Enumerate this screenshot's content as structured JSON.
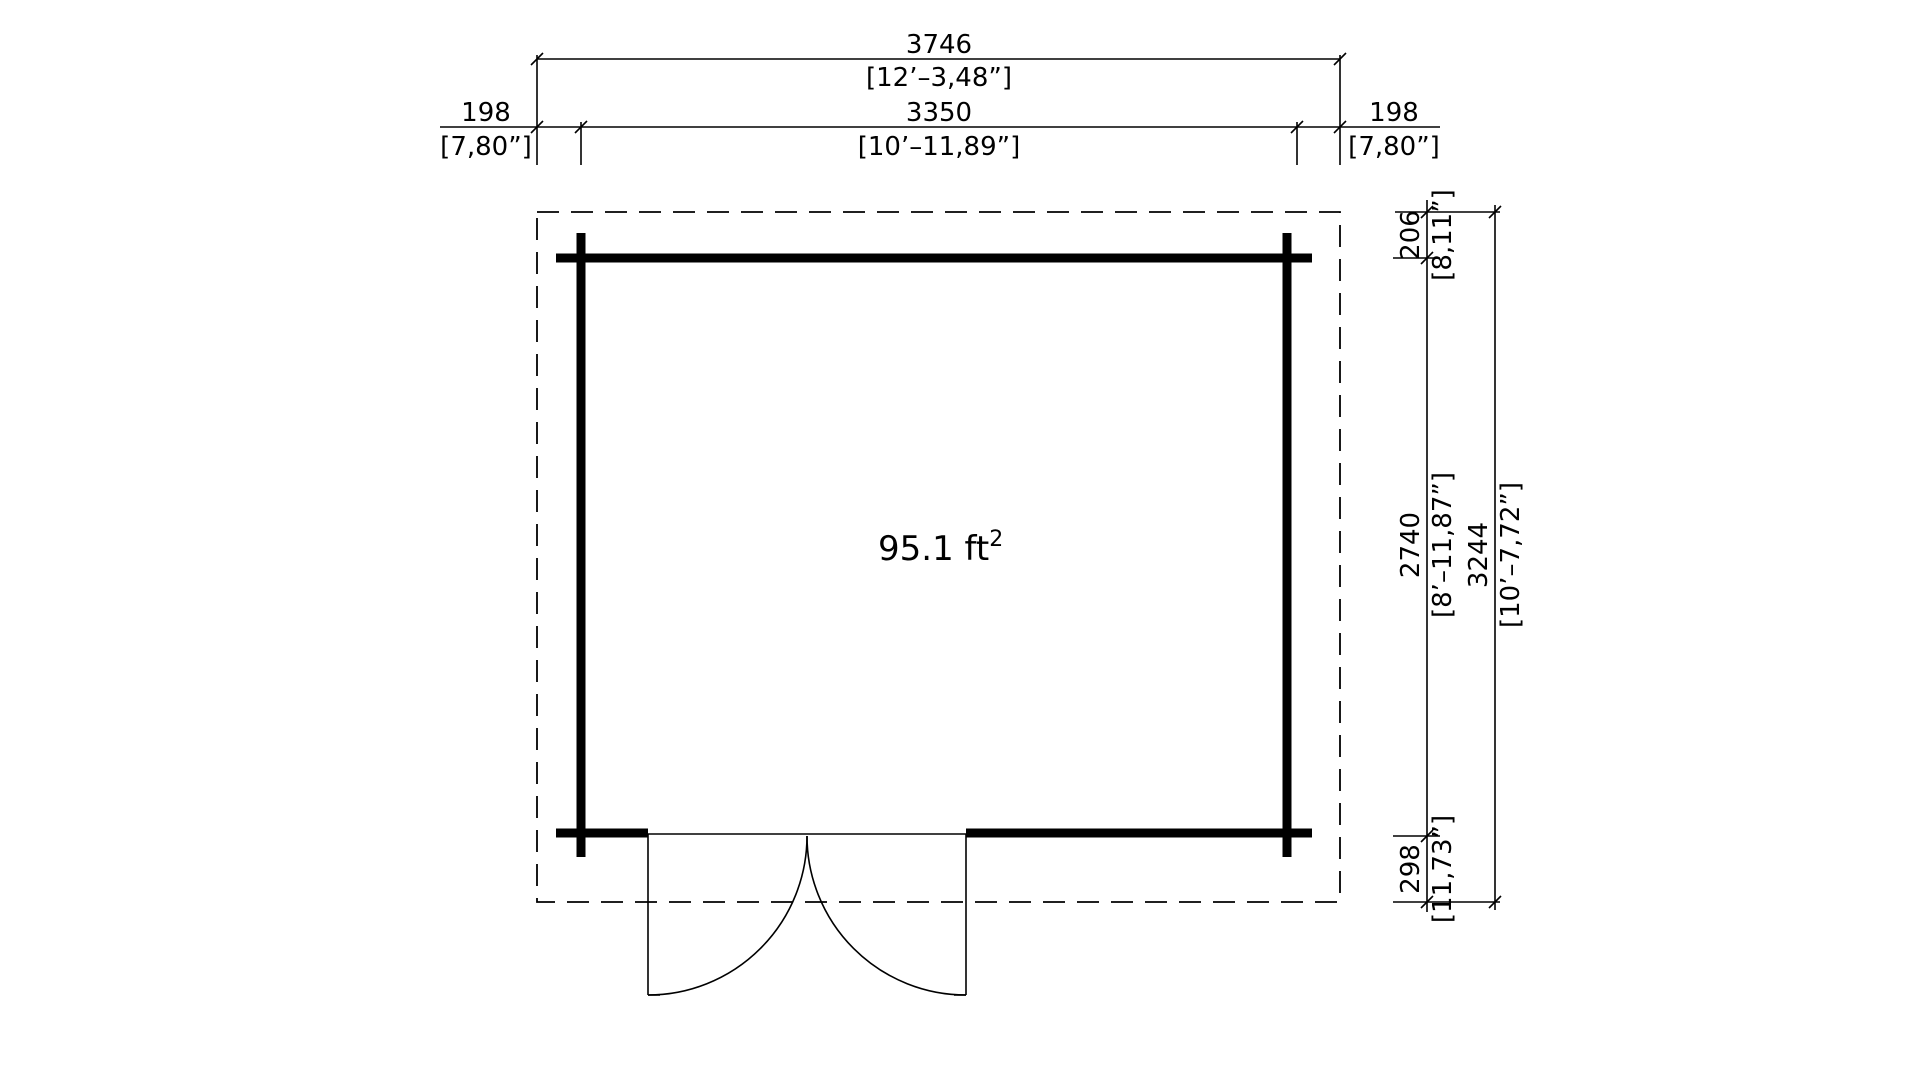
{
  "colors": {
    "background": "#ffffff",
    "ink": "#000000"
  },
  "plan": {
    "area_value": "95.1 ft",
    "area_unit_sup": "2"
  },
  "dims_top": {
    "overall_mm": "3746",
    "overall_ft": "[12’–3,48”]",
    "left_overhang_mm": "198",
    "left_overhang_in": "[7,80”]",
    "inner_mm": "3350",
    "inner_ft": "[10’–11,89”]",
    "right_overhang_mm": "198",
    "right_overhang_in": "[7,80”]"
  },
  "dims_right": {
    "top_overhang_mm": "206",
    "top_overhang_in": "[8,11”]",
    "inner_mm": "2740",
    "inner_ft": "[8’–11,87”]",
    "overall_mm": "3244",
    "overall_ft": "[10’–7,72”]",
    "bottom_overhang_mm": "298",
    "bottom_overhang_in": "[11,73”]"
  }
}
